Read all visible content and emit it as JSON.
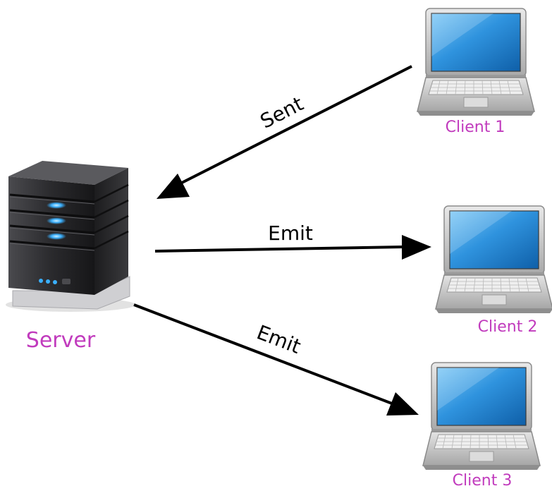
{
  "nodes": {
    "server": {
      "label": "Server"
    },
    "client1": {
      "label": "Client 1"
    },
    "client2": {
      "label": "Client 2"
    },
    "client3": {
      "label": "Client 3"
    }
  },
  "edges": {
    "sent": {
      "label": "Sent",
      "from": "Client 1",
      "to": "Server"
    },
    "emit_client2": {
      "label": "Emit",
      "from": "Server",
      "to": "Client 2"
    },
    "emit_client3": {
      "label": "Emit",
      "from": "Server",
      "to": "Client 3"
    }
  },
  "colors": {
    "node_label": "#c13bbd",
    "edge_line": "#000000",
    "laptop_screen": "#1f8ad8",
    "laptop_body": "#cfcfcf",
    "server_body": "#2c2c2e",
    "server_led": "#3ab0ff"
  },
  "icons": {
    "server": "server-tower-icon",
    "client": "laptop-icon"
  }
}
